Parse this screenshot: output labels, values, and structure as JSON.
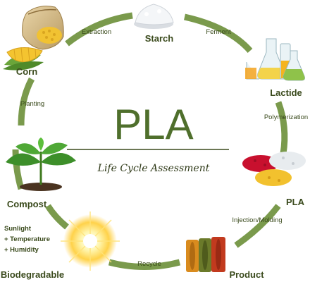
{
  "center": {
    "title": "PLA",
    "subtitle": "Life Cycle Assessment"
  },
  "stages": {
    "starch": "Starch",
    "lactide": "Lactide",
    "pla": "PLA",
    "product": "Product",
    "biodegradable": "Biodegradable",
    "compost": "Compost",
    "corn": "Corn"
  },
  "processes": {
    "extraction": "Extraction",
    "ferment": "Ferment",
    "polymerization": "Polymerization",
    "injection_molding": "Injection/Molding",
    "recycle": "Recycle",
    "planting": "Planting"
  },
  "conditions": [
    "Sunlight",
    "+ Temperature",
    "+ Humidity"
  ],
  "colors": {
    "arc": "#7a9a4c",
    "title": "#4f6f2c",
    "text": "#3a4a1c"
  },
  "icons": {
    "corn_sack": "corn-sack-icon",
    "corn": "corn-cob-icon",
    "starch": "starch-powder-icon",
    "lactide": "lab-flasks-icon",
    "pla": "plastic-pellets-icon",
    "product": "filament-spools-icon",
    "sun": "sun-icon",
    "plant": "plant-seedling-icon"
  }
}
